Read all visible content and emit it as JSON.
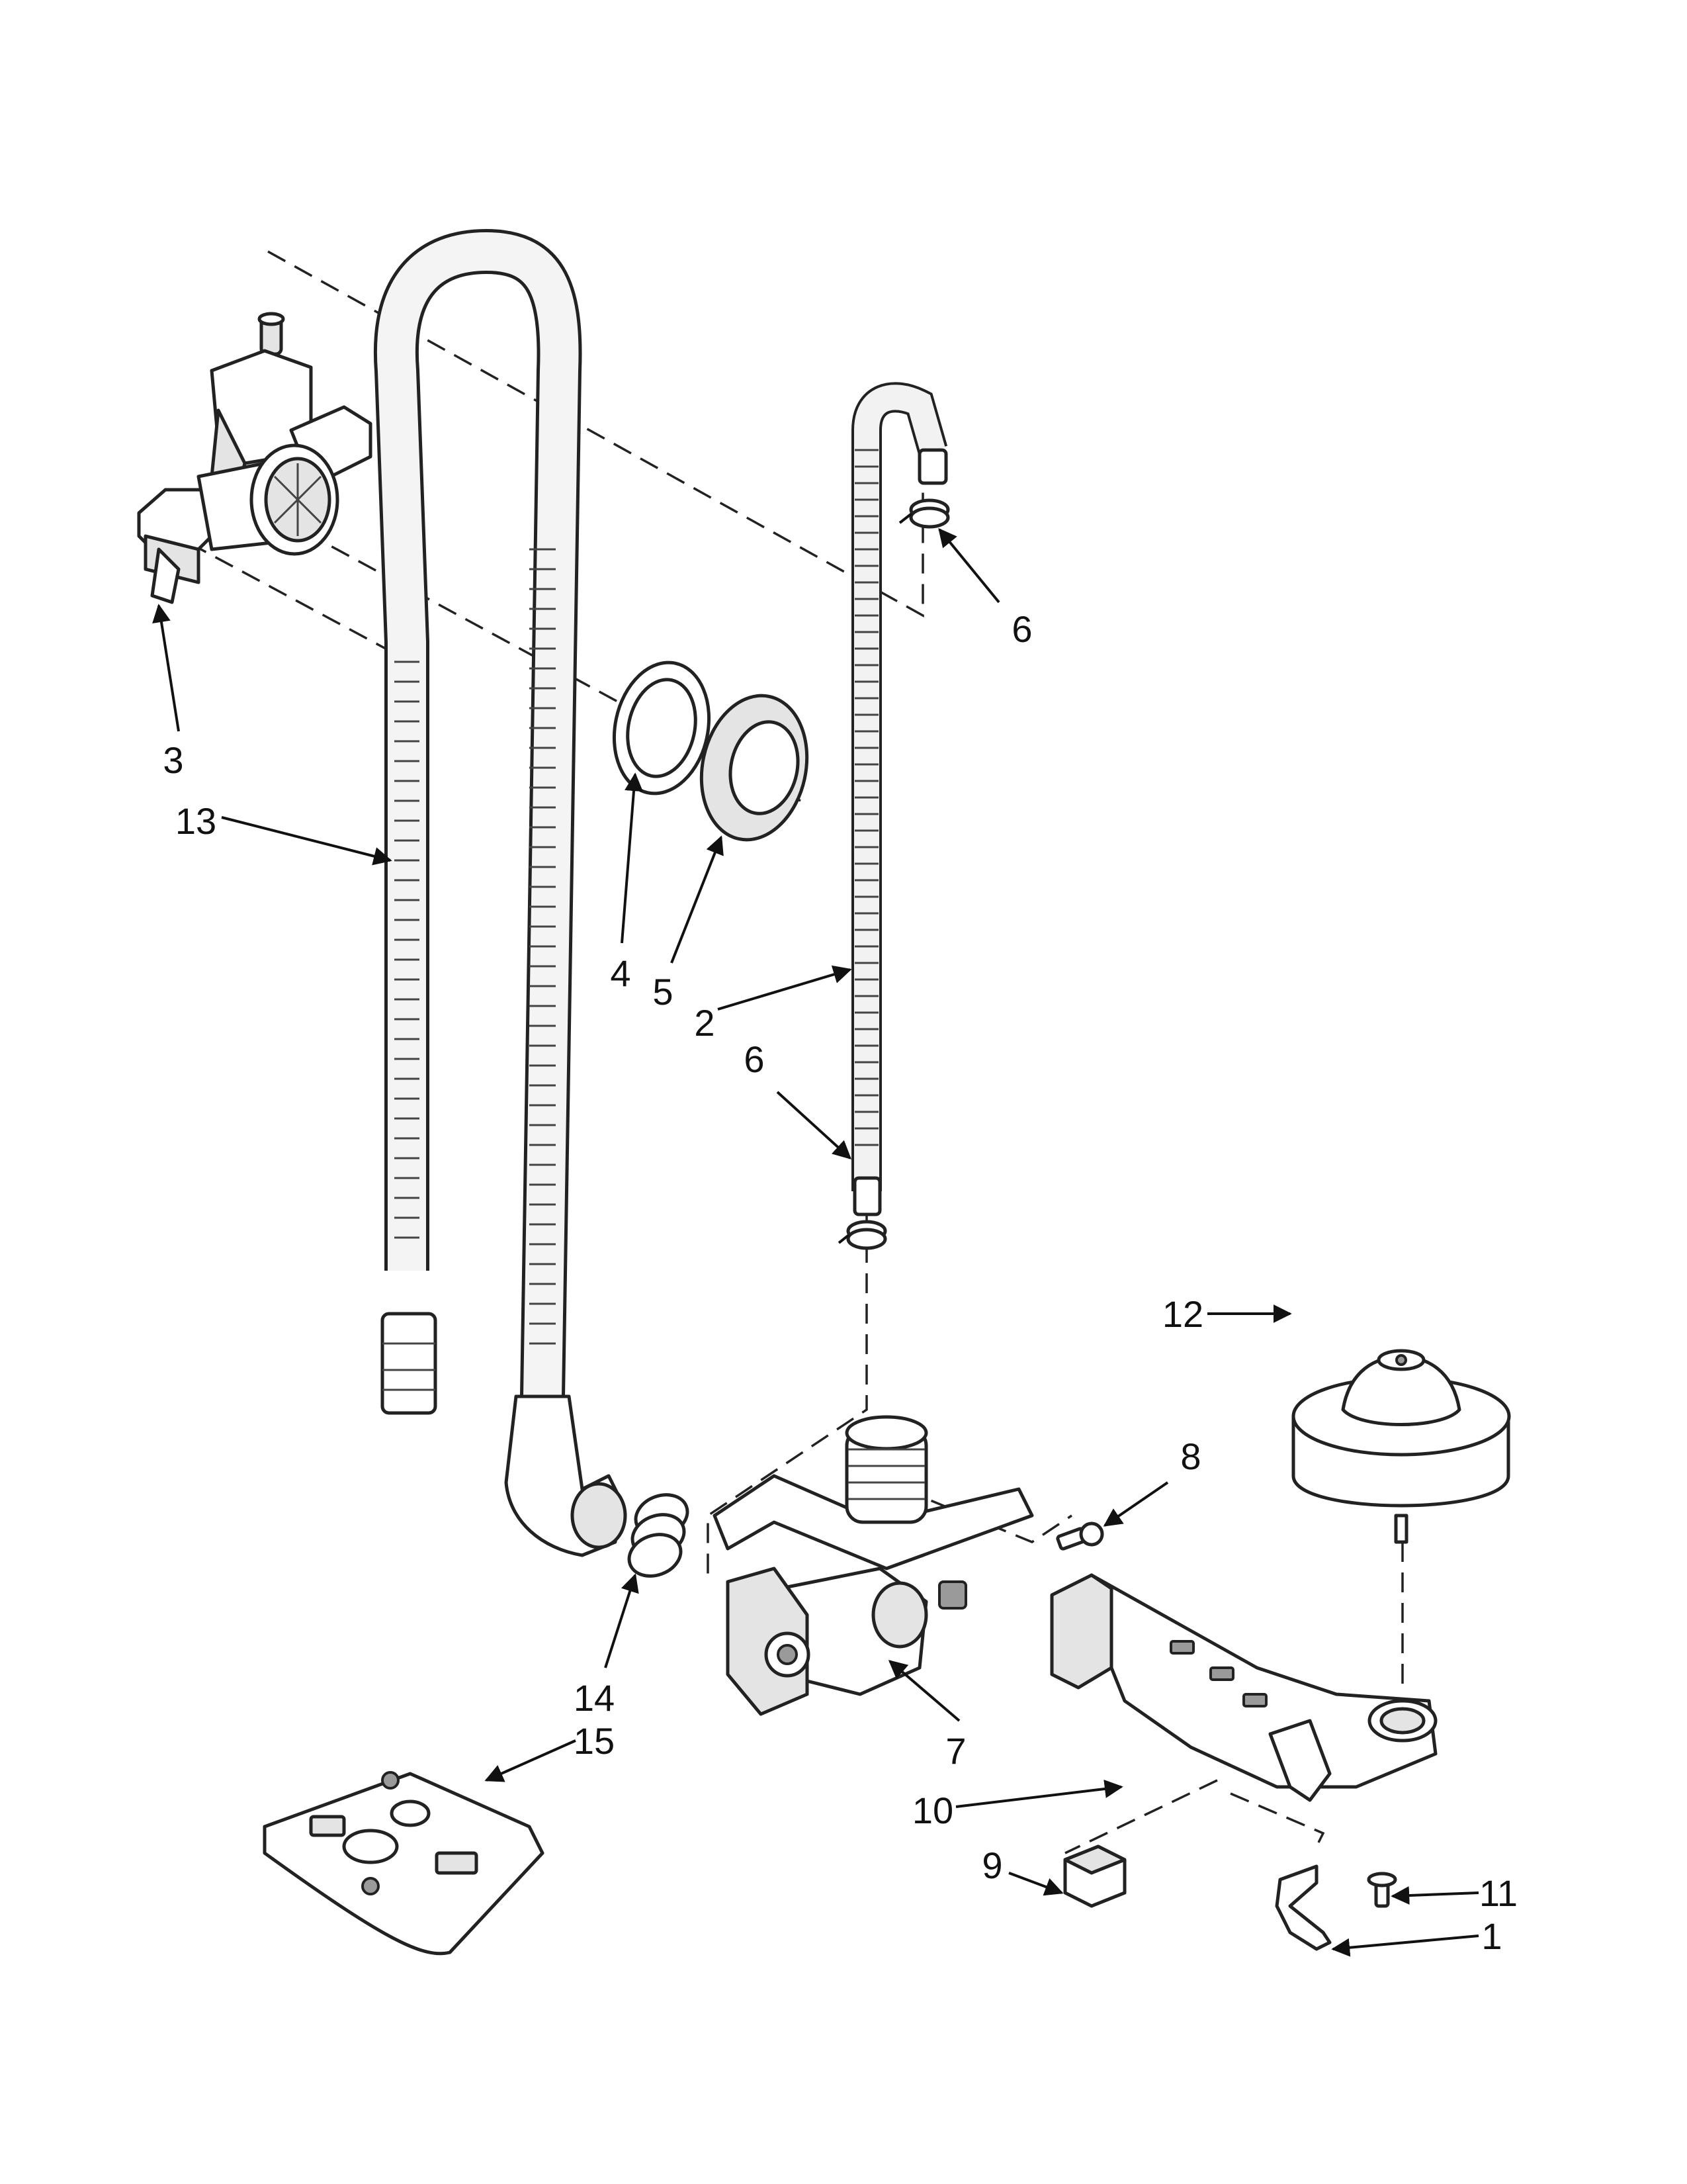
{
  "diagram": {
    "callouts": [
      {
        "id": "c3",
        "text": "3"
      },
      {
        "id": "c13",
        "text": "13"
      },
      {
        "id": "c4",
        "text": "4"
      },
      {
        "id": "c5",
        "text": "5"
      },
      {
        "id": "c2",
        "text": "2"
      },
      {
        "id": "c6a",
        "text": "6"
      },
      {
        "id": "c6b",
        "text": "6"
      },
      {
        "id": "c12",
        "text": "12"
      },
      {
        "id": "c8",
        "text": "8"
      },
      {
        "id": "c14",
        "text": "14"
      },
      {
        "id": "c15",
        "text": "15"
      },
      {
        "id": "c7",
        "text": "7"
      },
      {
        "id": "c10",
        "text": "10"
      },
      {
        "id": "c9",
        "text": "9"
      },
      {
        "id": "c11",
        "text": "11"
      },
      {
        "id": "c1",
        "text": "1"
      }
    ]
  }
}
